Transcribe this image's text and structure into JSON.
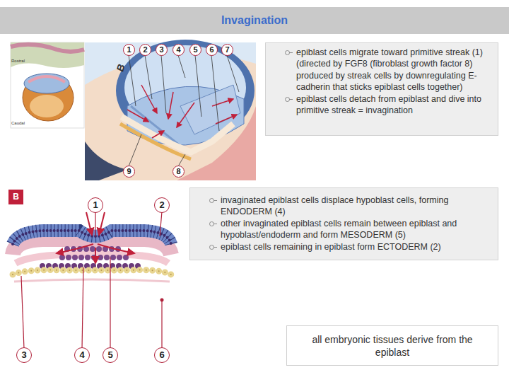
{
  "diagram": {
    "title": "Invagination",
    "nodes": [
      {
        "text": [
          "epiblast cells migrate toward primitive streak (1) (directed by FGF8 (fibroblast growth factor 8) produced by streak cells by downregulating E-cadherin that sticks epiblast cells together)",
          "epiblast cells detach from epiblast and dive into primitive streak = invagination"
        ]
      },
      {
        "text": [
          "invaginated epiblast cells displace hypoblast cells, forming ENDODERM (4)",
          "other invaginated epiblast cells remain between epiblast and hypoblast/endoderm and form MESODERM (5)",
          "epiblast cells remaining in epiblast form ECTODERM (2)"
        ]
      },
      {
        "text": [
          "all embryonic tissues derive from the epiblast"
        ]
      }
    ],
    "labels": [
      "Rostral",
      "Caudal",
      "1",
      "2",
      "3",
      "4",
      "5",
      "6",
      "7",
      "9",
      "8",
      "B",
      "B",
      "1",
      "2",
      "3",
      "4",
      "5",
      "6"
    ]
  }
}
